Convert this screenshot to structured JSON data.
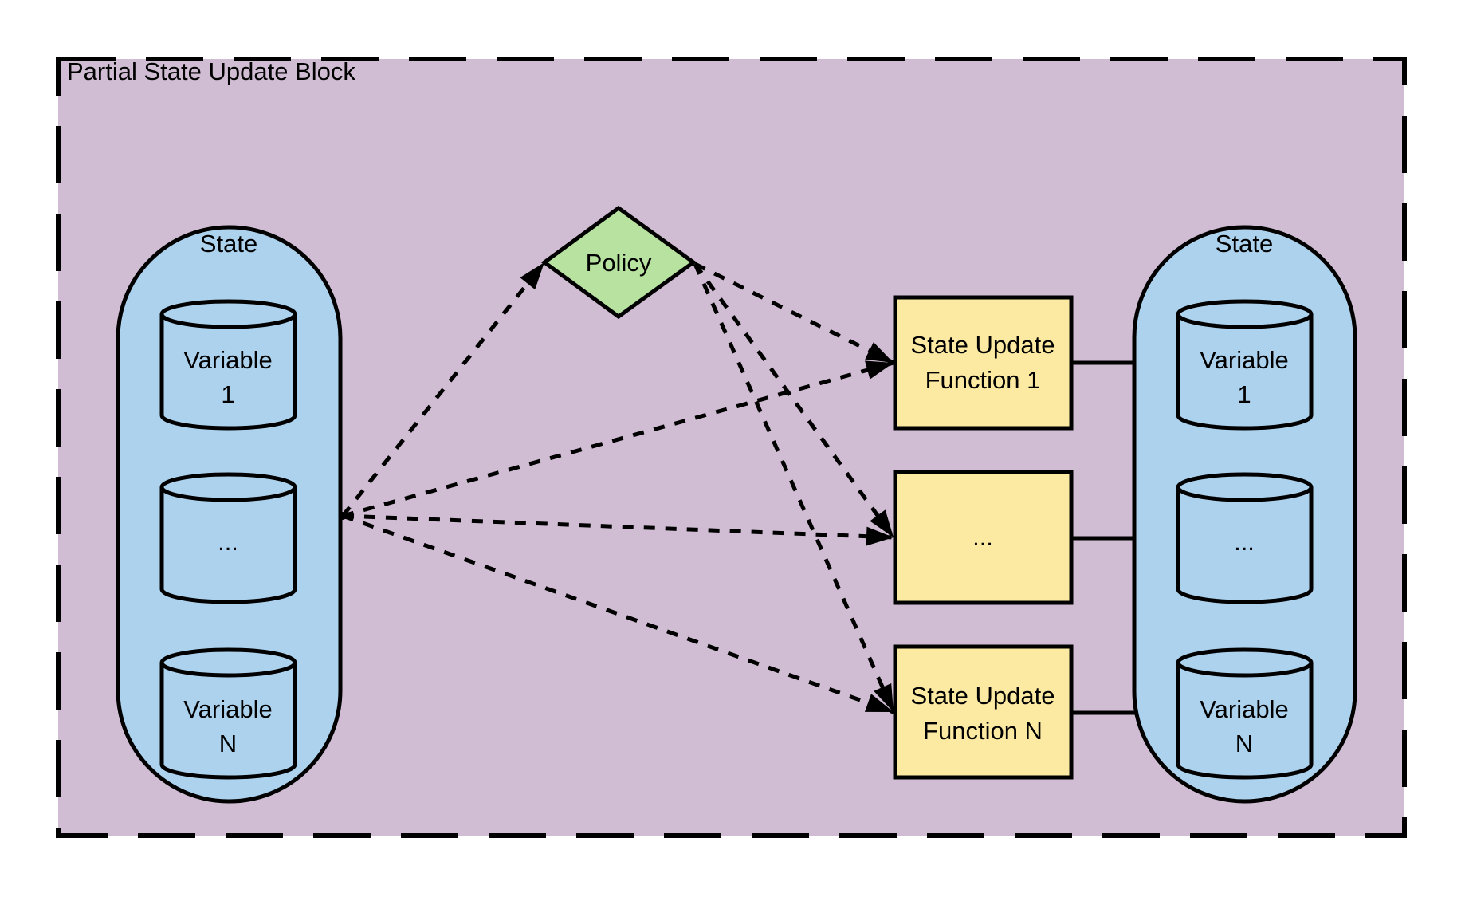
{
  "diagram": {
    "title": "Partial State Update Block",
    "left_state": {
      "label": "State",
      "variables": [
        {
          "line1": "Variable",
          "line2": "1"
        },
        {
          "line1": "...",
          "line2": ""
        },
        {
          "line1": "Variable",
          "line2": "N"
        }
      ]
    },
    "policy": {
      "label": "Policy"
    },
    "functions": [
      {
        "line1": "State Update",
        "line2": "Function 1"
      },
      {
        "line1": "...",
        "line2": ""
      },
      {
        "line1": "State Update",
        "line2": "Function N"
      }
    ],
    "right_state": {
      "label": "State",
      "variables": [
        {
          "line1": "Variable",
          "line2": "1"
        },
        {
          "line1": "...",
          "line2": ""
        },
        {
          "line1": "Variable",
          "line2": "N"
        }
      ]
    },
    "colors": {
      "canvas": "#ffffff",
      "block_fill": "#d0bdd3",
      "state_fill": "#acd2ee",
      "policy_fill": "#b7e2a0",
      "function_fill": "#fdeaa2",
      "stroke": "#000000"
    }
  }
}
